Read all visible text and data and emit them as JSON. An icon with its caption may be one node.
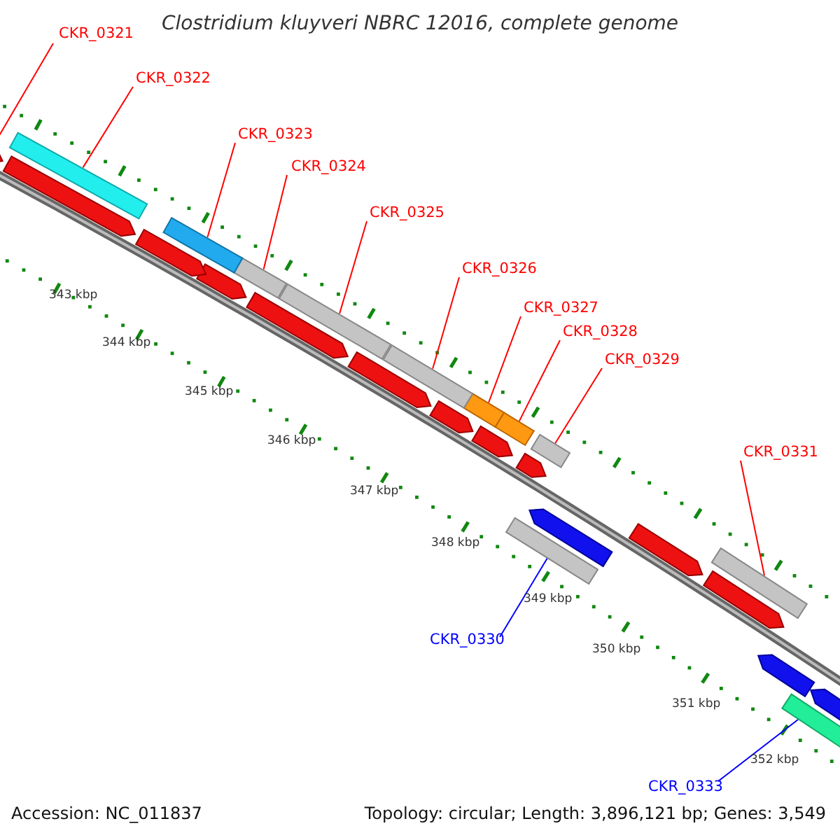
{
  "diagram": {
    "title": "Clostridium kluyveri NBRC 12016, complete genome",
    "nodes": [
      {
        "text": [
          "CKR_0321"
        ]
      },
      {
        "text": [
          "CKR_0322"
        ]
      },
      {
        "text": [
          "CKR_0323"
        ]
      },
      {
        "text": [
          "CKR_0324"
        ]
      },
      {
        "text": [
          "CKR_0325"
        ]
      },
      {
        "text": [
          "CKR_0326"
        ]
      },
      {
        "text": [
          "CKR_0327"
        ]
      },
      {
        "text": [
          "CKR_0328"
        ]
      },
      {
        "text": [
          "CKR_0329"
        ]
      },
      {
        "text": [
          "CKR_0331"
        ]
      },
      {
        "text": [
          "CKR_0330"
        ]
      },
      {
        "text": [
          "CKR_0333"
        ]
      },
      {
        "text": [],
        "shape": "pentagon"
      },
      {
        "text": [],
        "shape": "pentagon"
      },
      {
        "text": [],
        "shape": "pentagon"
      },
      {
        "text": [],
        "shape": "pentagon"
      },
      {
        "text": [],
        "shape": "pentagon"
      },
      {
        "text": [],
        "shape": "pentagon"
      },
      {
        "text": [],
        "shape": "pentagon"
      },
      {
        "text": [],
        "shape": "pentagon"
      },
      {
        "text": [],
        "shape": "pentagon"
      },
      {
        "text": [],
        "shape": "pentagon"
      },
      {
        "text": [],
        "shape": "pentagon"
      },
      {
        "text": [],
        "shape": "box"
      },
      {
        "text": [],
        "shape": "box"
      },
      {
        "text": [],
        "shape": "box"
      },
      {
        "text": [],
        "shape": "box"
      },
      {
        "text": [],
        "shape": "box"
      },
      {
        "text": [],
        "shape": "box"
      },
      {
        "text": [],
        "shape": "box"
      },
      {
        "text": [],
        "shape": "box"
      },
      {
        "text": [],
        "shape": "box"
      },
      {
        "text": [],
        "shape": "pentagon"
      },
      {
        "text": [],
        "shape": "pentagon"
      },
      {
        "text": [],
        "shape": "pentagon"
      },
      {
        "text": [],
        "shape": "box"
      },
      {
        "text": [],
        "shape": "box"
      }
    ],
    "edges": [
      {
        "from": 0,
        "to": 12,
        "arrow": "none"
      },
      {
        "from": 1,
        "to": 23,
        "arrow": "none"
      },
      {
        "from": 2,
        "to": 24,
        "arrow": "none"
      },
      {
        "from": 3,
        "to": 25,
        "arrow": "none"
      },
      {
        "from": 4,
        "to": 26,
        "arrow": "none"
      },
      {
        "from": 5,
        "to": 27,
        "arrow": "none"
      },
      {
        "from": 6,
        "to": 28,
        "arrow": "none"
      },
      {
        "from": 7,
        "to": 29,
        "arrow": "none"
      },
      {
        "from": 8,
        "to": 30,
        "arrow": "none"
      },
      {
        "from": 9,
        "to": 31,
        "arrow": "none"
      },
      {
        "from": 10,
        "to": 35,
        "arrow": "none",
        "color": "#0000ff"
      },
      {
        "from": 11,
        "to": 36,
        "arrow": "none",
        "color": "#0000ff"
      }
    ],
    "labels": [
      "343 kbp",
      "344 kbp",
      "345 kbp",
      "346 kbp",
      "347 kbp",
      "348 kbp",
      "349 kbp",
      "350 kbp",
      "351 kbp",
      "352 kbp",
      "Accession: NC_011837",
      "Topology: circular; Length: 3,896,121 bp; Genes: 3,549"
    ]
  }
}
